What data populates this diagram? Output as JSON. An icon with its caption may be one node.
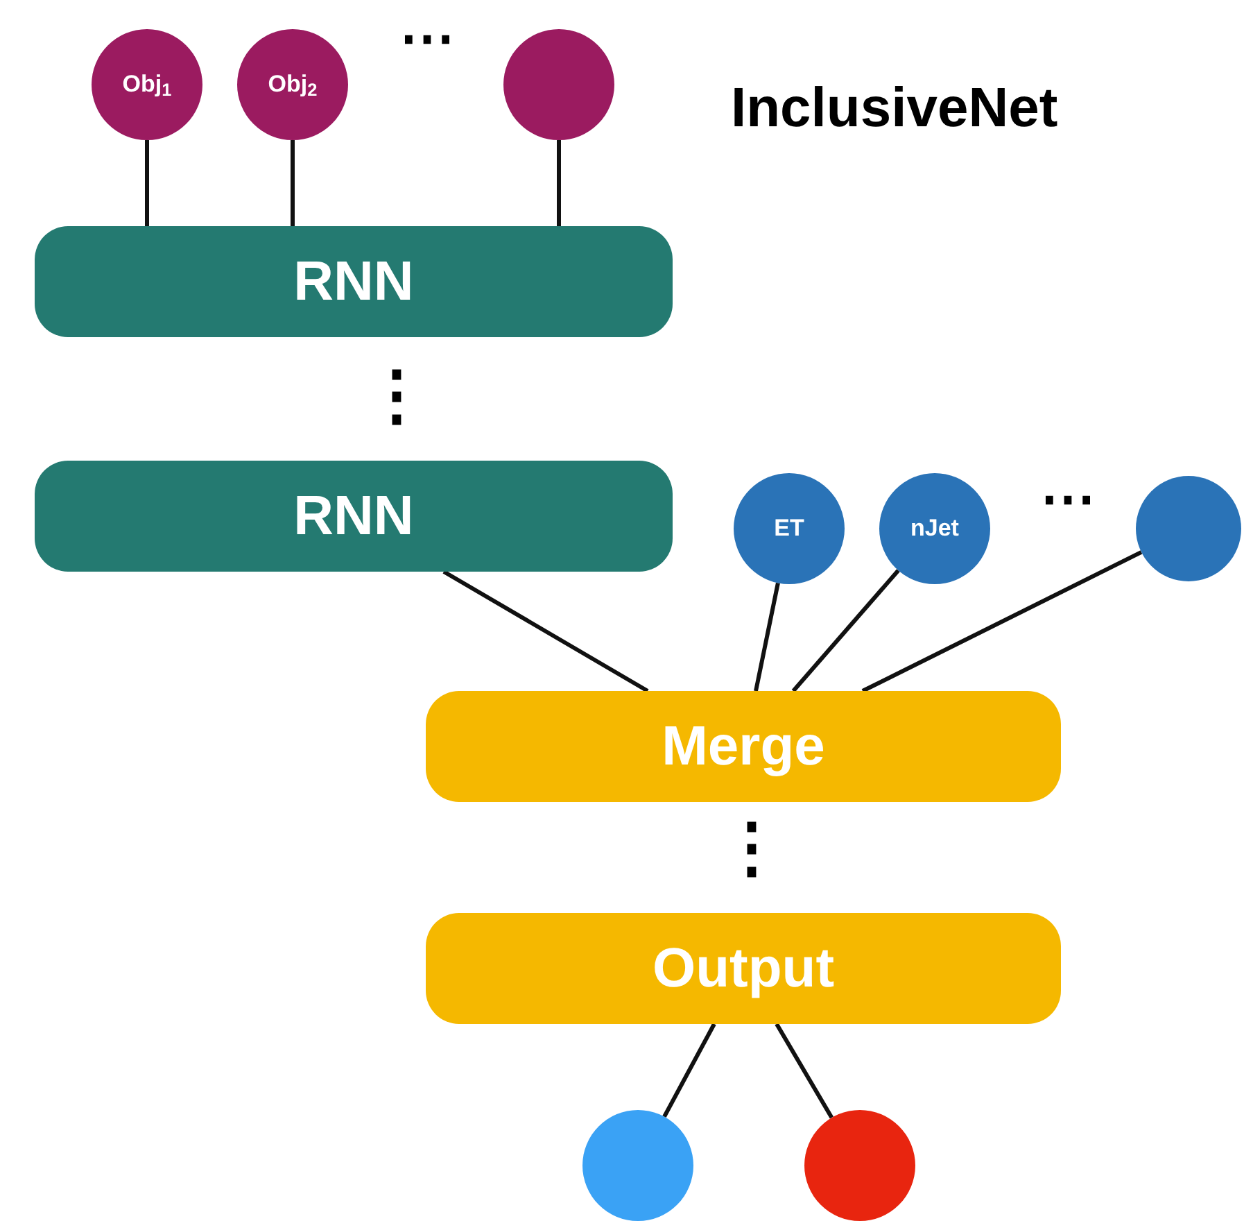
{
  "diagram": {
    "title": "InclusiveNet",
    "nodes": [
      {
        "text": [
          "Obj$_{1}$"
        ]
      },
      {
        "text": [
          "Obj$_{2}$"
        ]
      },
      {
        "text": [],
        "shape": "circle"
      },
      {
        "text": [
          "RNN"
        ]
      },
      {
        "text": [
          "RNN"
        ]
      },
      {
        "text": [
          "ET"
        ]
      },
      {
        "text": [
          "nJet"
        ]
      },
      {
        "text": [],
        "shape": "circle"
      },
      {
        "text": [
          "Merge"
        ]
      },
      {
        "text": [
          "Output"
        ]
      },
      {
        "text": [],
        "shape": "circle"
      },
      {
        "text": [],
        "shape": "circle"
      }
    ],
    "edges": [
      {
        "from": 0,
        "to": 3,
        "arrow": "none"
      },
      {
        "from": 1,
        "to": 3,
        "arrow": "none"
      },
      {
        "from": 2,
        "to": 3,
        "arrow": "none"
      },
      {
        "from": 4,
        "to": 8,
        "arrow": "none"
      },
      {
        "from": 5,
        "to": 8,
        "arrow": "none"
      },
      {
        "from": 6,
        "to": 8,
        "arrow": "none"
      },
      {
        "from": 7,
        "to": 8,
        "arrow": "none"
      },
      {
        "from": 9,
        "to": 10,
        "arrow": "none"
      },
      {
        "from": 9,
        "to": 11,
        "arrow": "none"
      }
    ],
    "labels": [
      "⋯",
      "⋮",
      "⋯",
      "⋮"
    ]
  }
}
